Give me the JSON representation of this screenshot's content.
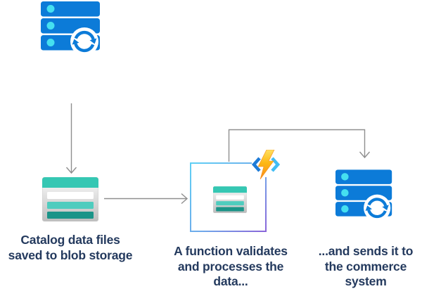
{
  "diagram": {
    "description": "Azure Functions blob-trigger workflow diagram",
    "nodes": [
      {
        "id": "source-system",
        "icon": "server-sync-icon",
        "label": ""
      },
      {
        "id": "blob-storage",
        "icon": "table-storage-icon",
        "label": "Catalog data files\nsaved to blob storage"
      },
      {
        "id": "function",
        "icon": "function-bolt-icon",
        "inner_icon": "table-storage-icon",
        "label": "A function validates\nand processes the\ndata..."
      },
      {
        "id": "commerce-system",
        "icon": "server-sync-icon",
        "label": "...and sends it to\nthe commerce\nsystem"
      }
    ],
    "connectors": [
      {
        "from": "source-system",
        "to": "blob-storage",
        "style": "straight-down"
      },
      {
        "from": "blob-storage",
        "to": "function",
        "style": "straight-right"
      },
      {
        "from": "function",
        "to": "commerce-system",
        "style": "elbow-up-right-down"
      }
    ],
    "colors": {
      "server_blue": "#0C7BD8",
      "dot_cyan": "#45E0F0",
      "teal_header": "#35C7B3",
      "teal_row_mid": "#4FCCBE",
      "teal_row_dark": "#1A9488",
      "table_body_light": "#FBFBFB",
      "table_body_dark": "#BDBDBD",
      "box_border_start": "#5FD0F5",
      "box_border_end": "#8A64D9",
      "bolt_yellow": "#FFE060",
      "bolt_orange": "#F78D1E",
      "chevron_left_blue": "#1E7BD7",
      "chevron_right_blue": "#41BDF4",
      "arrow_gray": "#8F8F8F",
      "label_navy": "#243A5E"
    }
  }
}
